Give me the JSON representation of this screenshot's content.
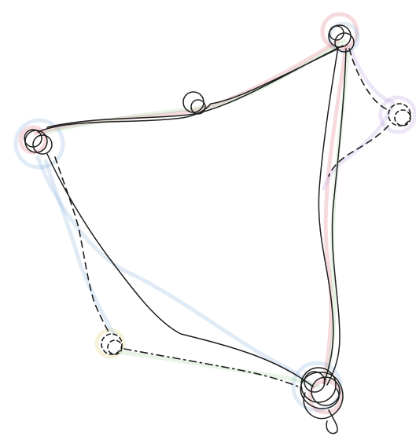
{
  "diagram": {
    "kind": "hand-drawn loop sketch",
    "background": "#ffffff",
    "stroke_colors": {
      "ink": "#1e1e1e",
      "pencil_red": "#e07a8a",
      "pencil_blue": "#8fb6e0",
      "pencil_green": "#a9d9a4",
      "pencil_yellow": "#e6d27a",
      "pencil_purple": "#b9a6e0"
    },
    "nodes": [
      {
        "id": "left-node",
        "style": "solid"
      },
      {
        "id": "top-right-node",
        "style": "solid"
      },
      {
        "id": "bottom-right-node",
        "style": "solid"
      },
      {
        "id": "top-middle-curl",
        "style": "solid"
      },
      {
        "id": "far-right-node",
        "style": "dashed"
      },
      {
        "id": "lower-left-node",
        "style": "dashed"
      }
    ]
  }
}
